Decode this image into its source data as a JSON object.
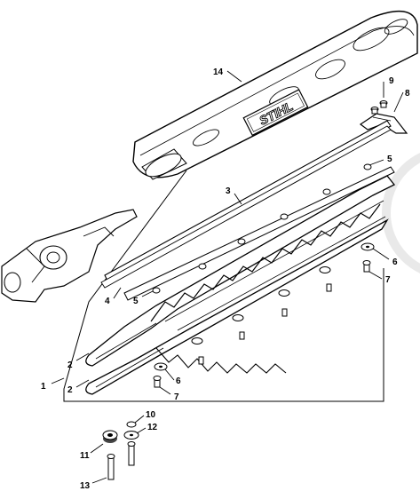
{
  "brand": {
    "logo_text": "STIHL"
  },
  "callouts": [
    {
      "key": "c14",
      "label": "14"
    },
    {
      "key": "c9",
      "label": "9"
    },
    {
      "key": "c8",
      "label": "8"
    },
    {
      "key": "c5a",
      "label": "5"
    },
    {
      "key": "c3",
      "label": "3"
    },
    {
      "key": "c6a",
      "label": "6"
    },
    {
      "key": "c7a",
      "label": "7"
    },
    {
      "key": "c4",
      "label": "4"
    },
    {
      "key": "c5b",
      "label": "5"
    },
    {
      "key": "c2a",
      "label": "2"
    },
    {
      "key": "c6b",
      "label": "6"
    },
    {
      "key": "c2b",
      "label": "2"
    },
    {
      "key": "c1",
      "label": "1"
    },
    {
      "key": "c7b",
      "label": "7"
    },
    {
      "key": "c10",
      "label": "10"
    },
    {
      "key": "c12",
      "label": "12"
    },
    {
      "key": "c11",
      "label": "11"
    },
    {
      "key": "c13",
      "label": "13"
    }
  ]
}
